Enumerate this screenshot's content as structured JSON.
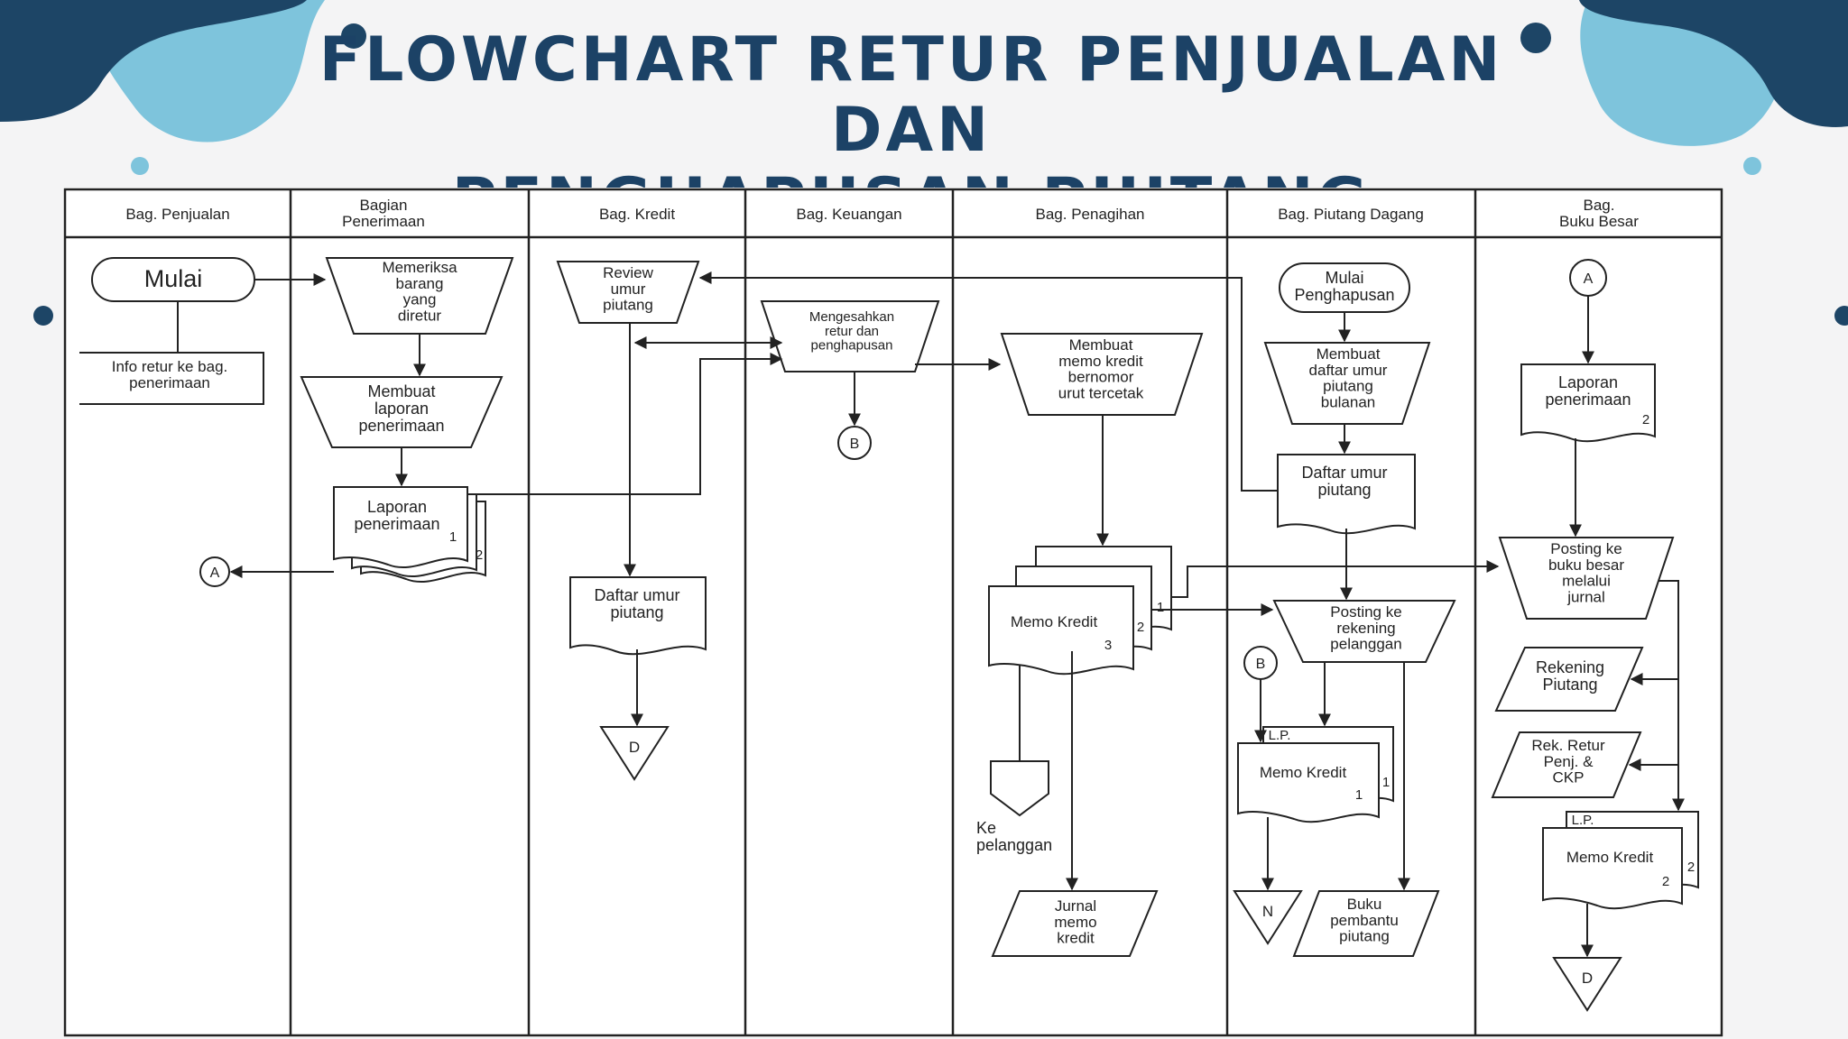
{
  "title": {
    "line1": "FLOWCHART RETUR PENJUALAN DAN",
    "line2": "PENGHAPUSAN PIUTANG"
  },
  "colors": {
    "title": "#1c4266",
    "navy_blob": "#1d4566",
    "light_blob": "#7ec4dc",
    "line": "#222222",
    "background": "#f4f4f5"
  },
  "lanes": [
    {
      "label": "Bag. Penjualan"
    },
    {
      "label": "Bagian\nPenerimaan"
    },
    {
      "label": "Bag. Kredit"
    },
    {
      "label": "Bag. Keuangan"
    },
    {
      "label": "Bag. Penagihan"
    },
    {
      "label": "Bag. Piutang Dagang"
    },
    {
      "label": "Bag.\nBuku Besar"
    }
  ],
  "nodes": {
    "start": "Mulai",
    "info_retur": "Info retur ke bag.\npenerimaan",
    "memeriksa": "Memeriksa\nbarang\nyang\ndiretur",
    "membuat_laporan": "Membuat\nlaporan\npenerimaan",
    "laporan_penerimaan_doc": "Laporan\npenerimaan",
    "lp_copy1": "1",
    "lp_copy2": "2",
    "conn_a_out": "A",
    "review_umur": "Review\numur\npiutang",
    "daftar_umur_kredit": "Daftar umur\npiutang",
    "off_d_kredit": "D",
    "mengesahkan": "Mengesahkan\nretur dan\npenghapusan",
    "conn_b_out": "B",
    "membuat_memo": "Membuat\nmemo kredit\nbernomor\nurut tercetak",
    "memo_kredit_doc": "Memo Kredit",
    "memo_copy1": "1",
    "memo_copy2": "2",
    "memo_copy3": "3",
    "ke_pelanggan": "Ke\npelanggan",
    "jurnal_memo": "Jurnal\nmemo\nkredit",
    "mulai_penghapusan": "Mulai\nPenghapusan",
    "membuat_daftar": "Membuat\ndaftar umur\npiutang\nbulanan",
    "daftar_umur_pd": "Daftar umur\npiutang",
    "posting_rekening": "Posting ke\nrekening\npelanggan",
    "conn_b_in": "B",
    "lp_memo_label": "L.P.",
    "memo_kredit_pd": "Memo Kredit",
    "memo_pd_copy1": "1",
    "memo_pd_back1": "1",
    "off_n": "N",
    "buku_pembantu": "Buku\npembantu\npiutang",
    "conn_a_in": "A",
    "laporan_bb": "Laporan\npenerimaan",
    "laporan_bb_copy": "2",
    "posting_bb": "Posting ke\nbuku besar\nmelalui\njurnal",
    "rekening_piutang": "Rekening\nPiutang",
    "rek_retur": "Rek. Retur\nPenj. &\nCKP",
    "lp_bb_label": "L.P.",
    "memo_kredit_bb": "Memo Kredit",
    "memo_bb_copy": "2",
    "memo_bb_back": "2",
    "off_d_bb": "D"
  }
}
